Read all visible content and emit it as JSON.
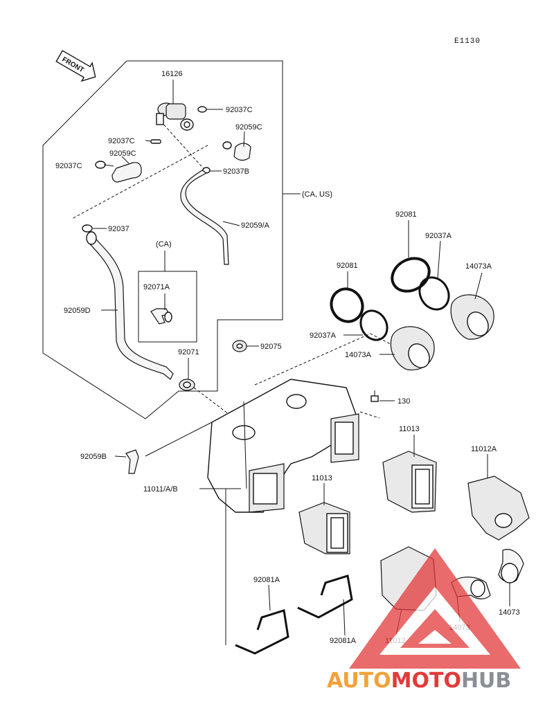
{
  "diagram_code": "E1130",
  "front_tag": "FRONT",
  "callouts": {
    "p16126": "16126",
    "p92037C_a": "92037C",
    "p92059C_a": "92059C",
    "p92037C_b": "92037C",
    "p92059C_b": "92059C",
    "p92037C_c": "92037C",
    "p92037B": "92037B",
    "p92059_A": "92059/A",
    "p92037": "92037",
    "caUs": "(CA, US)",
    "ca": "(CA)",
    "p92071A": "92071A",
    "p92059D": "92059D",
    "p92071": "92071",
    "p92075": "92075",
    "p92081_a": "92081",
    "p92037A_a": "92037A",
    "p14073A_a": "14073A",
    "p92081_b": "92081",
    "p92037A_b": "92037A",
    "p14073A_b": "14073A",
    "p130": "130",
    "p11013_a": "11013",
    "p11012A": "11012A",
    "p92059B": "92059B",
    "p11011": "11011/A/B",
    "p11013_b": "11013",
    "p92081A_a": "92081A",
    "p92081A_b": "92081A",
    "p11012": "11012",
    "p14073_a": "14073",
    "p14073_b": "14073"
  },
  "watermark": {
    "part1": "AUTO",
    "part2": "MOTO",
    "part3": "HUB"
  },
  "colors": {
    "wm_orange": "#f2a23a",
    "wm_red": "#e23a3a",
    "wm_gray": "#8a8f96",
    "ink": "#111111"
  }
}
